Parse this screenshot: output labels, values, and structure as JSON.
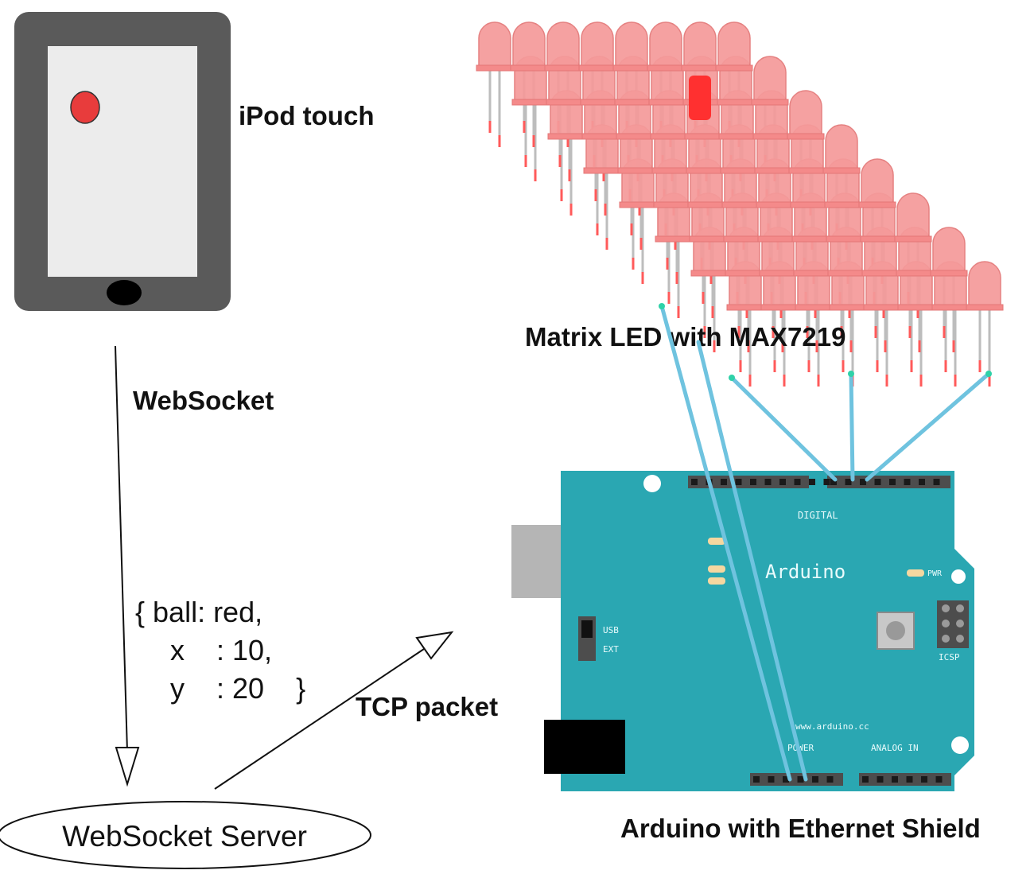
{
  "device": {
    "label": "iPod touch"
  },
  "arrows": {
    "websocket_label": "WebSocket",
    "tcp_label": "TCP packet"
  },
  "payload": {
    "line1": "{  ball: red,",
    "line2": "x    : 10,",
    "line3": "y    : 20    }"
  },
  "server": {
    "label": "WebSocket Server"
  },
  "led_matrix": {
    "label": "Matrix LED with MAX7219"
  },
  "arduino": {
    "label": "Arduino with Ethernet Shield",
    "board_text": "Arduino",
    "digital_text": "DIGITAL",
    "usb_text": "USB",
    "ext_text": "EXT",
    "pwr_text": "PWR",
    "icsp_text": "ICSP",
    "website_text": "www.arduino.cc",
    "power_text": "POWER",
    "analog_text": "ANALOG IN"
  },
  "colors": {
    "board": "#2aa7b2",
    "led": "#f59a9a",
    "led_lit": "#ff3030",
    "wire": "#6fc3df",
    "device_frame": "#5a5a5a",
    "device_screen": "#ececec",
    "ball": "#e83c3c"
  }
}
